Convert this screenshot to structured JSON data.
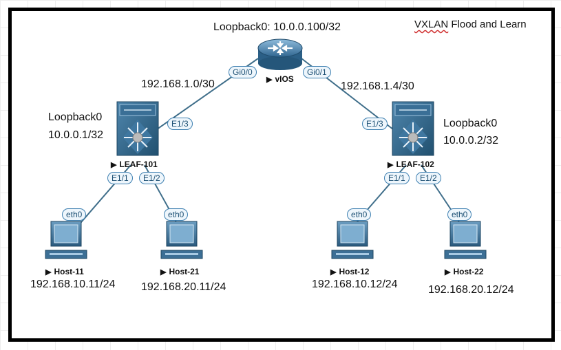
{
  "title": {
    "prefix": "VXLAN",
    "rest": " Flood and Learn"
  },
  "router": {
    "name": "vIOS",
    "loopback": "Loopback0: 10.0.0.100/32",
    "ports": {
      "left": "Gi0/0",
      "right": "Gi0/1"
    }
  },
  "links": {
    "left_subnet": "192.168.1.0/30",
    "right_subnet": "192.168.1.4/30"
  },
  "leaf_left": {
    "name": "LEAF-101",
    "loopback_name": "Loopback0",
    "loopback_ip": "10.0.0.1/32",
    "uplink_port": "E1/3",
    "port1": "E1/1",
    "port2": "E1/2"
  },
  "leaf_right": {
    "name": "LEAF-102",
    "loopback_name": "Loopback0",
    "loopback_ip": "10.0.0.2/32",
    "uplink_port": "E1/3",
    "port1": "E1/1",
    "port2": "E1/2"
  },
  "hosts": [
    {
      "name": "Host-11",
      "port": "eth0",
      "ip": "192.168.10.11/24"
    },
    {
      "name": "Host-21",
      "port": "eth0",
      "ip": "192.168.20.11/24"
    },
    {
      "name": "Host-12",
      "port": "eth0",
      "ip": "192.168.10.12/24"
    },
    {
      "name": "Host-22",
      "port": "eth0",
      "ip": "192.168.20.12/24"
    }
  ],
  "colors": {
    "link": "#3f6e8a",
    "device_dark": "#2c5c80",
    "device_light": "#6fa3c8",
    "pill_border": "#3d7fb0",
    "title_squiggle": "#d03030"
  }
}
